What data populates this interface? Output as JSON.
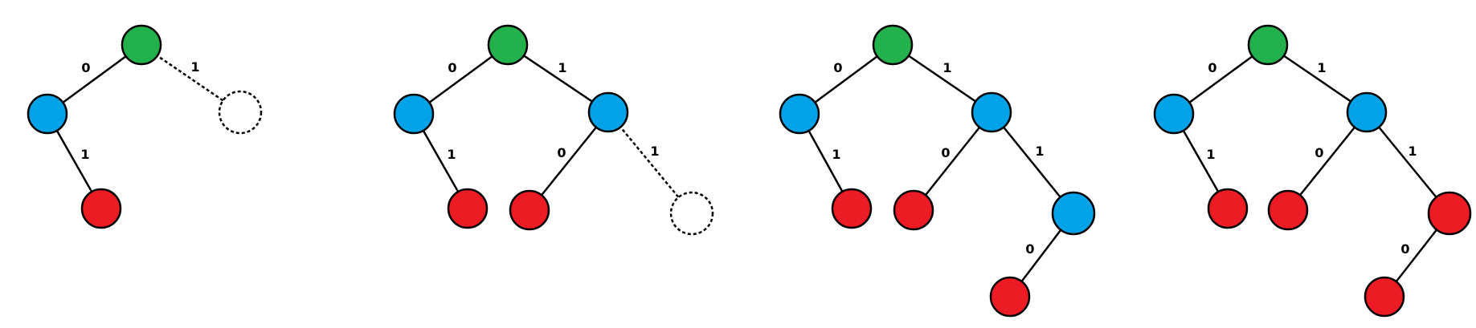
{
  "colors": {
    "root": "#22b14c",
    "internal": "#00a2e8",
    "leaf": "#ed1c24",
    "stroke": "#000000",
    "placeholder_fill": "#ffffff"
  },
  "panels": [
    {
      "name": "panel-1",
      "nodes": [
        {
          "id": "r",
          "kind": "root"
        },
        {
          "id": "a",
          "kind": "internal"
        },
        {
          "id": "b",
          "kind": "leaf"
        },
        {
          "id": "p",
          "kind": "placeholder"
        }
      ],
      "edges": [
        {
          "from": "r",
          "to": "a",
          "label": "0",
          "style": "solid"
        },
        {
          "from": "r",
          "to": "p",
          "label": "1",
          "style": "dashed"
        },
        {
          "from": "a",
          "to": "b",
          "label": "1",
          "style": "solid"
        }
      ]
    },
    {
      "name": "panel-2",
      "nodes": [
        {
          "id": "r",
          "kind": "root"
        },
        {
          "id": "a",
          "kind": "internal"
        },
        {
          "id": "b",
          "kind": "leaf"
        },
        {
          "id": "c",
          "kind": "internal"
        },
        {
          "id": "d",
          "kind": "leaf"
        },
        {
          "id": "p",
          "kind": "placeholder"
        }
      ],
      "edges": [
        {
          "from": "r",
          "to": "a",
          "label": "0",
          "style": "solid"
        },
        {
          "from": "r",
          "to": "c",
          "label": "1",
          "style": "solid"
        },
        {
          "from": "a",
          "to": "b",
          "label": "1",
          "style": "solid"
        },
        {
          "from": "c",
          "to": "d",
          "label": "0",
          "style": "solid"
        },
        {
          "from": "c",
          "to": "p",
          "label": "1",
          "style": "dashed"
        }
      ]
    },
    {
      "name": "panel-3",
      "nodes": [
        {
          "id": "r",
          "kind": "root"
        },
        {
          "id": "a",
          "kind": "internal"
        },
        {
          "id": "b",
          "kind": "leaf"
        },
        {
          "id": "c",
          "kind": "internal"
        },
        {
          "id": "d",
          "kind": "leaf"
        },
        {
          "id": "e",
          "kind": "internal"
        },
        {
          "id": "f",
          "kind": "leaf"
        }
      ],
      "edges": [
        {
          "from": "r",
          "to": "a",
          "label": "0",
          "style": "solid"
        },
        {
          "from": "r",
          "to": "c",
          "label": "1",
          "style": "solid"
        },
        {
          "from": "a",
          "to": "b",
          "label": "1",
          "style": "solid"
        },
        {
          "from": "c",
          "to": "d",
          "label": "0",
          "style": "solid"
        },
        {
          "from": "c",
          "to": "e",
          "label": "1",
          "style": "solid"
        },
        {
          "from": "e",
          "to": "f",
          "label": "0",
          "style": "solid"
        }
      ]
    },
    {
      "name": "panel-4",
      "nodes": [
        {
          "id": "r",
          "kind": "root"
        },
        {
          "id": "a",
          "kind": "internal"
        },
        {
          "id": "b",
          "kind": "leaf"
        },
        {
          "id": "c",
          "kind": "internal"
        },
        {
          "id": "d",
          "kind": "leaf"
        },
        {
          "id": "e",
          "kind": "leaf"
        },
        {
          "id": "f",
          "kind": "leaf"
        }
      ],
      "edges": [
        {
          "from": "r",
          "to": "a",
          "label": "0",
          "style": "solid"
        },
        {
          "from": "r",
          "to": "c",
          "label": "1",
          "style": "solid"
        },
        {
          "from": "a",
          "to": "b",
          "label": "1",
          "style": "solid"
        },
        {
          "from": "c",
          "to": "d",
          "label": "0",
          "style": "solid"
        },
        {
          "from": "c",
          "to": "e",
          "label": "1",
          "style": "solid"
        },
        {
          "from": "e",
          "to": "f",
          "label": "0",
          "style": "solid"
        }
      ]
    }
  ]
}
